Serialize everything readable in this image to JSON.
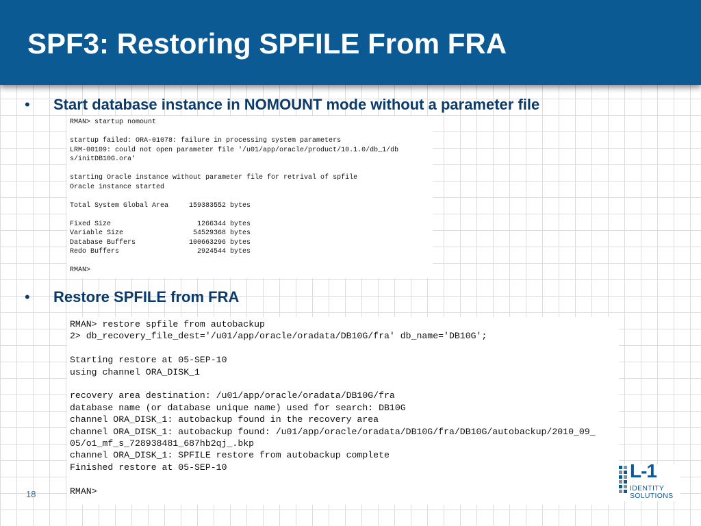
{
  "slide": {
    "title": "SPF3: Restoring SPFILE From FRA",
    "page_number": "18",
    "colors": {
      "header": "#0c5a93",
      "bullet_text": "#0b3b6b"
    }
  },
  "bullets": [
    {
      "marker": "•",
      "text": "Start database instance in NOMOUNT mode without a parameter file"
    },
    {
      "marker": "•",
      "text": "Restore SPFILE from FRA"
    }
  ],
  "code_blocks": [
    {
      "text": "RMAN> startup nomount\n\nstartup failed: ORA-01078: failure in processing system parameters\nLRM-00109: could not open parameter file '/u01/app/oracle/product/10.1.0/db_1/db\ns/initDB10G.ora'\n\nstarting Oracle instance without parameter file for retrival of spfile\nOracle instance started\n\nTotal System Global Area     159383552 bytes\n\nFixed Size                     1266344 bytes\nVariable Size                 54529368 bytes\nDatabase Buffers             100663296 bytes\nRedo Buffers                   2924544 bytes\n\nRMAN>"
    },
    {
      "text": "RMAN> restore spfile from autobackup\n2> db_recovery_file_dest='/u01/app/oracle/oradata/DB10G/fra' db_name='DB10G';\n\nStarting restore at 05-SEP-10\nusing channel ORA_DISK_1\n\nrecovery area destination: /u01/app/oracle/oradata/DB10G/fra\ndatabase name (or database unique name) used for search: DB10G\nchannel ORA_DISK_1: autobackup found in the recovery area\nchannel ORA_DISK_1: autobackup found: /u01/app/oracle/oradata/DB10G/fra/DB10G/autobackup/2010_09_\n05/o1_mf_s_728938481_687hb2qj_.bkp\nchannel ORA_DISK_1: SPFILE restore from autobackup complete\nFinished restore at 05-SEP-10\n\nRMAN>"
    }
  ],
  "logo": {
    "mark": "L-1",
    "line1": "IDENTITY",
    "line2": "SOLUTIONS",
    "icon": "dot-grid-icon"
  }
}
